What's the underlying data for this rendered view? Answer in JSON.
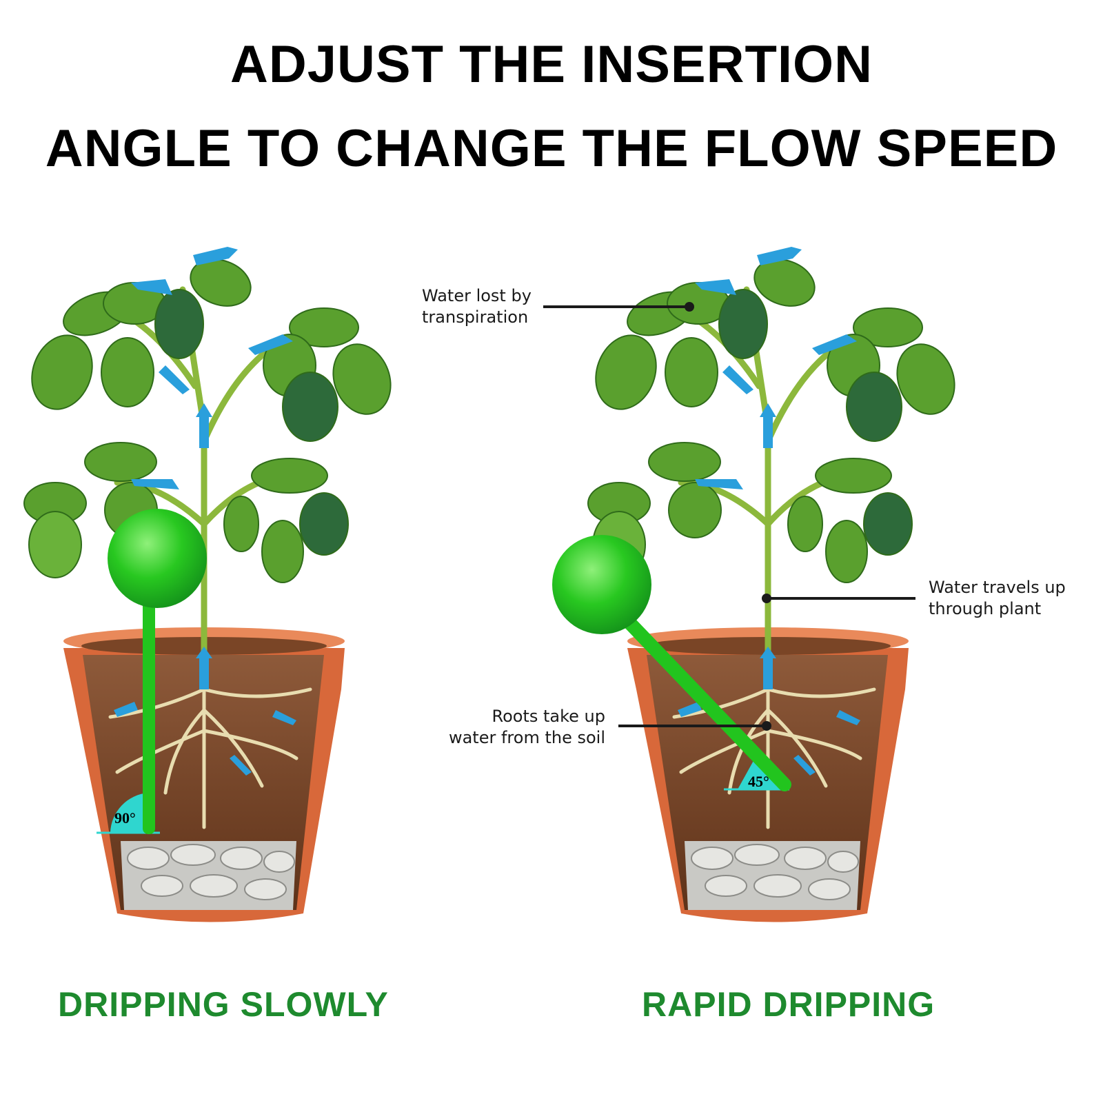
{
  "title": {
    "line1": "ADJUST THE INSERTION",
    "line2": "ANGLE TO CHANGE THE FLOW SPEED"
  },
  "labels": {
    "transpiration": [
      "Water lost by",
      "transpiration"
    ],
    "travels": [
      "Water travels up",
      "through plant"
    ],
    "roots": [
      "Roots take up",
      "water from the soil"
    ]
  },
  "angles": {
    "left": "90°",
    "right": "45°"
  },
  "captions": {
    "left": "DRIPPING SLOWLY",
    "right": "RAPID DRIPPING"
  },
  "colors": {
    "caption": "#1e8a2e",
    "globe": "#22c41e",
    "arrow": "#2a9fdc",
    "angle": "#2fd6cf",
    "pot": "#d8683a"
  }
}
